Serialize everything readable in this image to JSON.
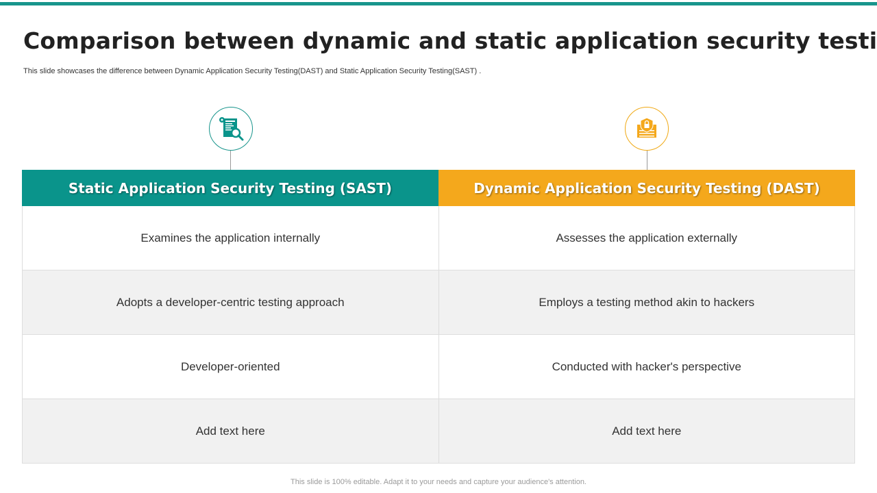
{
  "slide": {
    "title": "Comparison between dynamic and static application security testing",
    "subtitle": "This slide showcases the difference between  Dynamic Application Security Testing(DAST) and Static Application Security Testing(SAST) .",
    "footer": "This slide is 100% editable. Adapt it to your needs and capture your audience's attention."
  },
  "colors": {
    "teal": "#0a948b",
    "gold": "#f4a81c",
    "row_alt": "#f1f1f1"
  },
  "columns": [
    {
      "header": "Static Application Security Testing (SAST)",
      "icon": "code-document-search-icon",
      "color": "#0a948b"
    },
    {
      "header": "Dynamic Application Security Testing (DAST)",
      "icon": "secure-document-lock-icon",
      "color": "#f4a81c"
    }
  ],
  "rows": [
    [
      "Examines the application internally",
      "Assesses the application externally"
    ],
    [
      "Adopts a developer-centric testing approach",
      "Employs a testing method akin to hackers"
    ],
    [
      "Developer-oriented",
      "Conducted with hacker's perspective"
    ],
    [
      "Add text here",
      "Add text here"
    ]
  ]
}
